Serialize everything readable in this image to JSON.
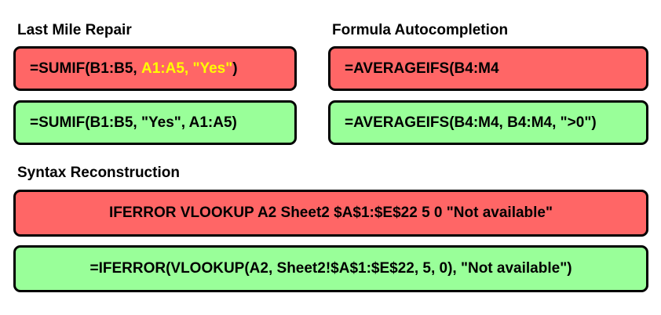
{
  "colors": {
    "incorrect_fill": "#ff6666",
    "correct_fill": "#99ff99",
    "highlight_text": "#ffff00",
    "border": "#000000"
  },
  "sections": {
    "last_mile_repair": {
      "title": "Last Mile Repair",
      "incorrect": {
        "prefix": "=SUMIF(B1:B5, ",
        "highlighted": "A1:A5, \"Yes\"",
        "suffix": ")"
      },
      "correct": "=SUMIF(B1:B5, \"Yes\", A1:A5)"
    },
    "formula_autocompletion": {
      "title": "Formula Autocompletion",
      "incorrect": "=AVERAGEIFS(B4:M4",
      "correct": "=AVERAGEIFS(B4:M4, B4:M4, \">0\")"
    },
    "syntax_reconstruction": {
      "title": "Syntax Reconstruction",
      "incorrect": "IFERROR VLOOKUP A2 Sheet2 $A$1:$E$22 5 0 \"Not available\"",
      "correct": "=IFERROR(VLOOKUP(A2, Sheet2!$A$1:$E$22, 5, 0), \"Not available\")"
    }
  }
}
